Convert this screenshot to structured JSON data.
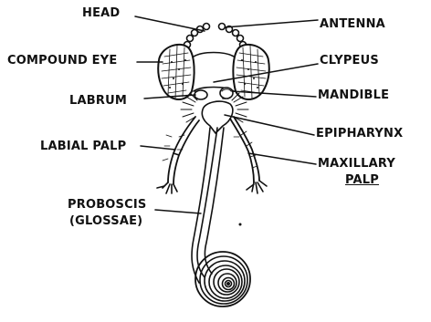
{
  "labels": {
    "head": "HEAD",
    "antenna": "ANTENNA",
    "compound_eye": "COMPOUND EYE",
    "clypeus": "CLYPEUS",
    "labrum": "LABRUM",
    "mandible": "MANDIBLE",
    "epipharynx": "EPIPHARYNX",
    "labial_palp": "LABIAL PALP",
    "maxillary_palp_line1": "MAXILLARY",
    "maxillary_palp_line2": "PALP",
    "proboscis_line1": "PROBOSCIS",
    "proboscis_line2": "(GLOSSAE)"
  },
  "colors": {
    "ink": "#111111",
    "background": "#ffffff"
  }
}
